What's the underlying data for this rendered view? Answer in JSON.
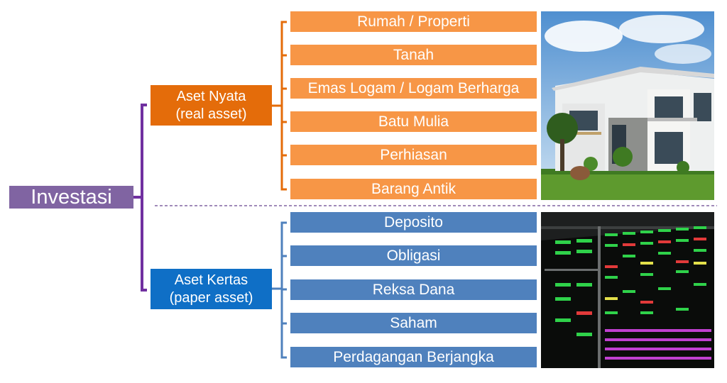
{
  "root": {
    "label": "Investasi"
  },
  "colors": {
    "root": "#8064a2",
    "real_category": "#e46c0a",
    "real_item": "#f79646",
    "paper_category": "#0f6fc6",
    "paper_item": "#4f81bd",
    "connector_purple": "#7030a0",
    "connector_orange": "#e46c0a",
    "connector_blue": "#4f81bd"
  },
  "categories": [
    {
      "line1": "Aset Nyata",
      "line2": "(real asset)",
      "items": [
        "Rumah / Properti",
        "Tanah",
        "Emas Logam / Logam Berharga",
        "Batu Mulia",
        "Perhiasan",
        "Barang Antik"
      ]
    },
    {
      "line1": "Aset Kertas",
      "line2": "(paper asset)",
      "items": [
        "Deposito",
        "Obligasi",
        "Reksa Dana",
        "Saham",
        "Perdagangan Berjangka"
      ]
    }
  ],
  "images": {
    "real": "house-photo",
    "paper": "stock-board-photo"
  }
}
